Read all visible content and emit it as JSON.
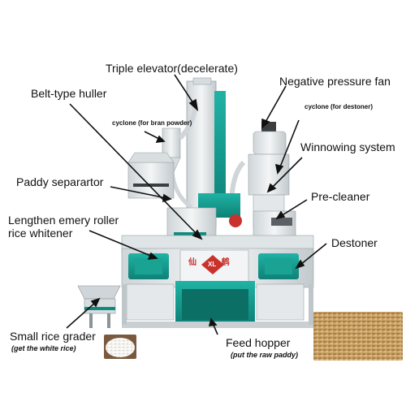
{
  "labels": {
    "triple_elevator": "Triple elevator(decelerate)",
    "negative_pressure_fan": "Negative pressure fan",
    "belt_type_huller": "Belt-type huller",
    "cyclone_bran": "cyclone (for bran powder)",
    "cyclone_destoner": "cyclone (for destoner)",
    "winnowing_system": "Winnowing system",
    "paddy_separator": "Paddy separartor",
    "pre_cleaner": "Pre-cleaner",
    "lengthen_emery_line1": "Lengthen emery roller",
    "lengthen_emery_line2": "rice whitener",
    "destoner": "Destoner",
    "small_rice_grader": "Small rice grader",
    "small_rice_grader_note": "(get the white rice)",
    "feed_hopper": "Feed hopper",
    "feed_hopper_note": "(put the raw paddy)"
  },
  "machine": {
    "logo_text": "XL",
    "brand_text": "仙 鹤"
  },
  "colors": {
    "machine_body": "#e9ecee",
    "accent_teal": "#129a8e",
    "accent_red": "#c8322c",
    "arrow": "#111111",
    "white_rice": "#f3f2ee",
    "raw_paddy": "#c9a26a"
  }
}
